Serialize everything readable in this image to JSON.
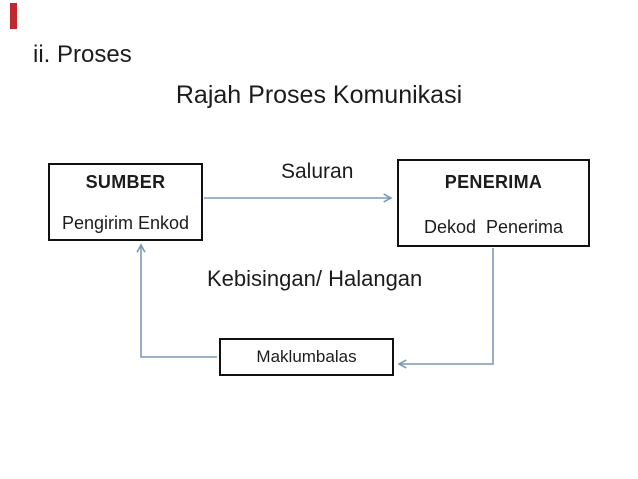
{
  "slide": {
    "heading": "ii. Proses",
    "title": "Rajah Proses Komunikasi",
    "colors": {
      "accent_bar": "#c1272d",
      "connector": "#7b9cba",
      "box_border": "#111111",
      "text": "#1c1c1c",
      "background": "#ffffff"
    }
  },
  "diagram": {
    "boxes": {
      "sumber": {
        "title": "SUMBER",
        "subtitle": "Pengirim Enkod"
      },
      "penerima": {
        "title": "PENERIMA",
        "subtitle": "Dekod  Penerima"
      },
      "maklumbalas": {
        "title": "Maklumbalas"
      }
    },
    "labels": {
      "saluran": "Saluran",
      "kebisingan": "Kebisingan/ Halangan"
    },
    "connectors": [
      {
        "name": "saluran-arrow",
        "from": "sumber",
        "to": "penerima"
      },
      {
        "name": "penerima-to-maklumbalas-arrow",
        "from": "penerima",
        "to": "maklumbalas"
      },
      {
        "name": "maklumbalas-to-sumber-arrow",
        "from": "maklumbalas",
        "to": "sumber"
      }
    ]
  }
}
